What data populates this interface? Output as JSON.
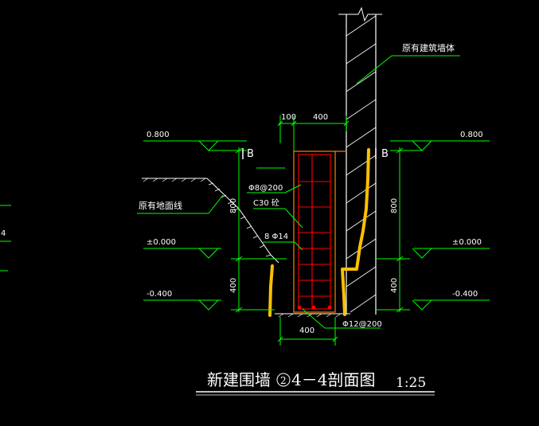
{
  "drawing": {
    "title_main": "新建围墙",
    "title_num": "2",
    "title_section": "4－4剖面图",
    "title_scale": "1:25"
  },
  "labels": {
    "existing_wall": "原有建筑墙体",
    "existing_ground": "原有地面线",
    "stirrup": "Φ8@200",
    "concrete": "C30 砼",
    "main_bar": "8 Φ14",
    "bottom_bar": "Φ12@200",
    "section_mark_left": "B",
    "section_mark_right": "B"
  },
  "dimensions": {
    "top_width_100": "100",
    "top_width_400": "400",
    "bottom_width": "400",
    "height_left_800": "800",
    "height_left_400": "400",
    "height_right_800": "800",
    "height_right_400": "400"
  },
  "elevations": {
    "left_top": "0.800",
    "left_mid": "±0.000",
    "left_bot": "-0.400",
    "right_top": "0.800",
    "right_mid": "±0.000",
    "right_bot": "-0.400",
    "far_left_partial": "4"
  },
  "colors": {
    "background": "#000000",
    "dimension_green": "#00ff00",
    "outline_orange": "#ff8000",
    "rebar_red": "#ff0000",
    "highlight_yellow": "#ffc000",
    "text_white": "#ffffff"
  }
}
